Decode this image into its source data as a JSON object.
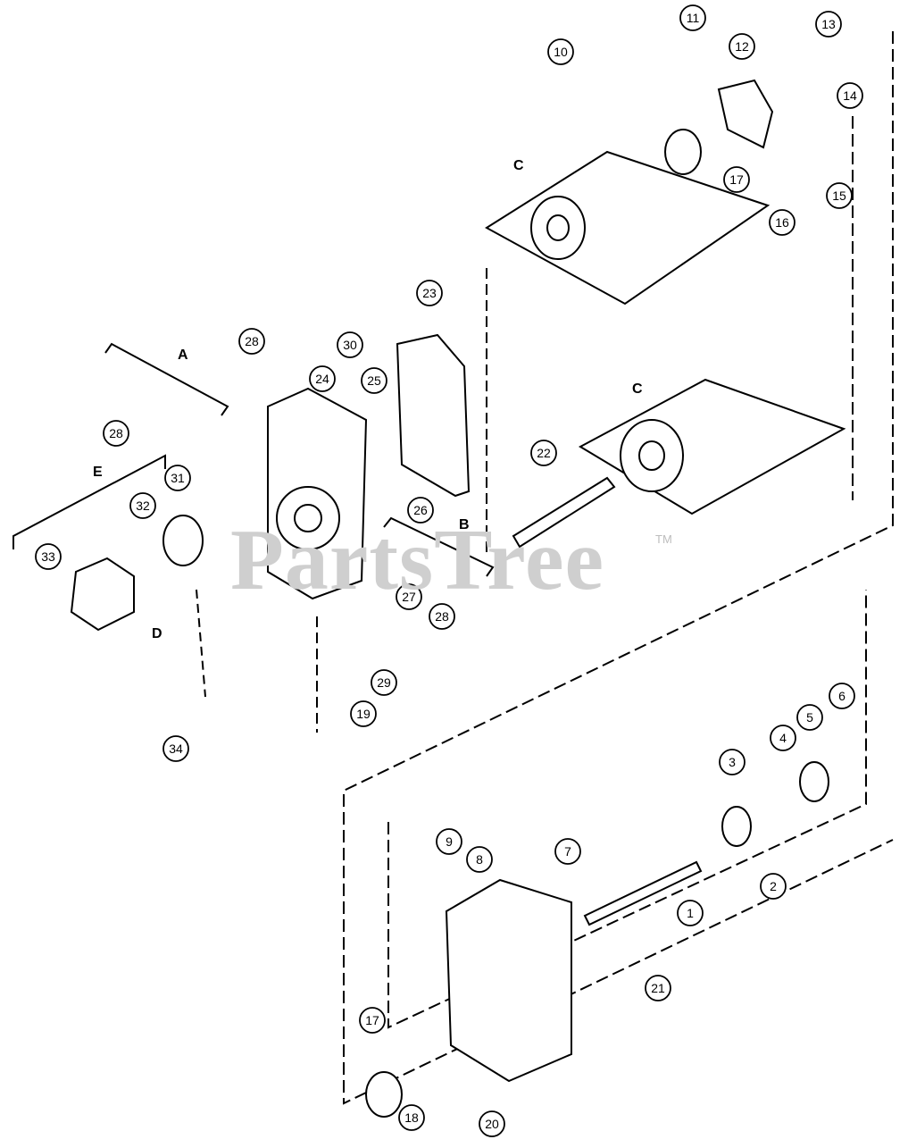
{
  "watermark": {
    "text": "PartsTree",
    "trademark": "TM"
  },
  "callouts": [
    "1",
    "2",
    "3",
    "4",
    "5",
    "6",
    "7",
    "8",
    "9",
    "10",
    "11",
    "12",
    "13",
    "14",
    "15",
    "16",
    "17",
    "17",
    "18",
    "19",
    "20",
    "21",
    "22",
    "23",
    "24",
    "25",
    "26",
    "27",
    "28",
    "28",
    "28",
    "29",
    "30",
    "31",
    "32",
    "33",
    "34"
  ],
  "groups": [
    "A",
    "B",
    "C",
    "C",
    "D",
    "E"
  ]
}
